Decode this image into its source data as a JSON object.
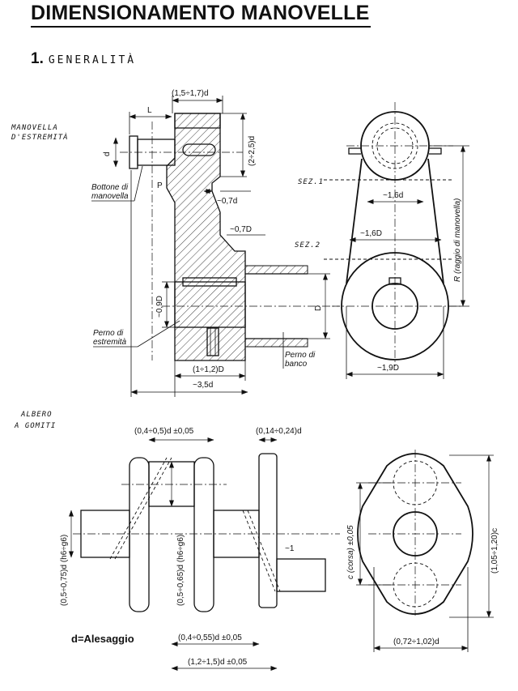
{
  "title": "DIMENSIONAMENTO MANOVELLE",
  "section": {
    "number": "1.",
    "title": "GENERALITÀ"
  },
  "side_labels": {
    "manovella_1": "MANOVELLA",
    "manovella_2": "D'ESTREMITÀ",
    "albero_1": "ALBERO",
    "albero_2": "A GOMITI"
  },
  "callouts": {
    "bottone_1": "Bottone di",
    "bottone_2": "manovella",
    "perno_estr_1": "Perno di",
    "perno_estr_2": "estremità",
    "perno_banco_1": "Perno di",
    "perno_banco_2": "banco",
    "p": "P",
    "sez1": "SEZ.1",
    "sez2": "SEZ.2",
    "d_bore": "d=Alesaggio"
  },
  "dimensions": {
    "top_width": "(1,5÷1,7)d",
    "l": "L",
    "d": "d",
    "hub_height": "(2÷2,5)d",
    "web_07d": "~0,7d",
    "web_07D": "~0,7D",
    "shaft_09D": "~0,9D",
    "D": "D",
    "hub_len": "(1÷1,2)D",
    "total_35d": "~3,5d",
    "sec1_16d": "~1,6d",
    "sec2_16D": "~1,6D",
    "r_radius": "R (raggio di manovella)",
    "base_19D": "~1,9D",
    "c1": "(0,4÷0,5)d ±0,05",
    "c2": "(0,14÷0,24)d",
    "c3": "(0,5÷0,75)d (h6÷g6)",
    "c4": "(0,5÷0,65)d (h6÷g6)",
    "c5": "~1",
    "c6": "(0,4÷0,55)d ±0,05",
    "c7": "(1,2÷1,5)d ±0,05",
    "c8": "c (corsa) ±0,05",
    "c9": "(1,05÷1,20)c",
    "c10": "(0,72÷1,02)d"
  }
}
